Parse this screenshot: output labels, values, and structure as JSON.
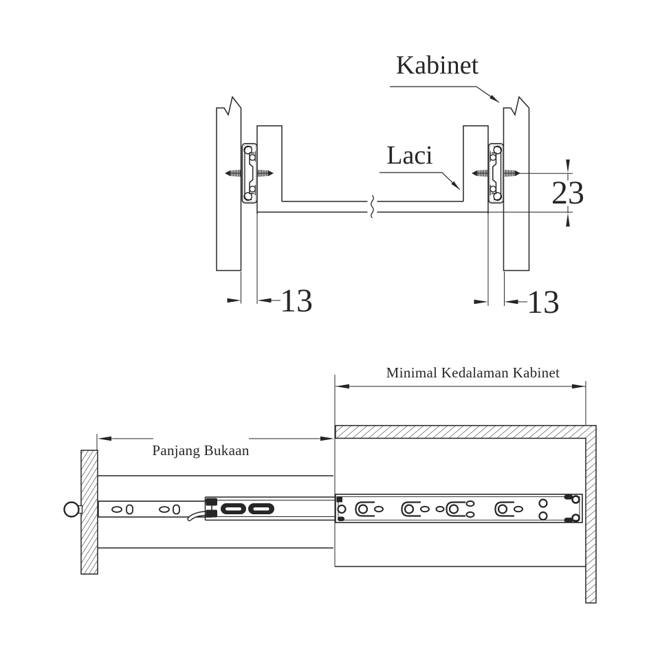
{
  "drawing": {
    "background_color": "#ffffff",
    "line_color": "#262626",
    "top_view": {
      "kabinet_label": "Kabinet",
      "laci_label": "Laci",
      "slide_clearance_left": "13",
      "slide_clearance_right": "13",
      "slide_vertical_dimension": "23"
    },
    "side_view": {
      "opening_length_label": "Panjang Bukaan",
      "min_cabinet_depth_label": "Minimal Kedalaman Kabinet"
    }
  }
}
